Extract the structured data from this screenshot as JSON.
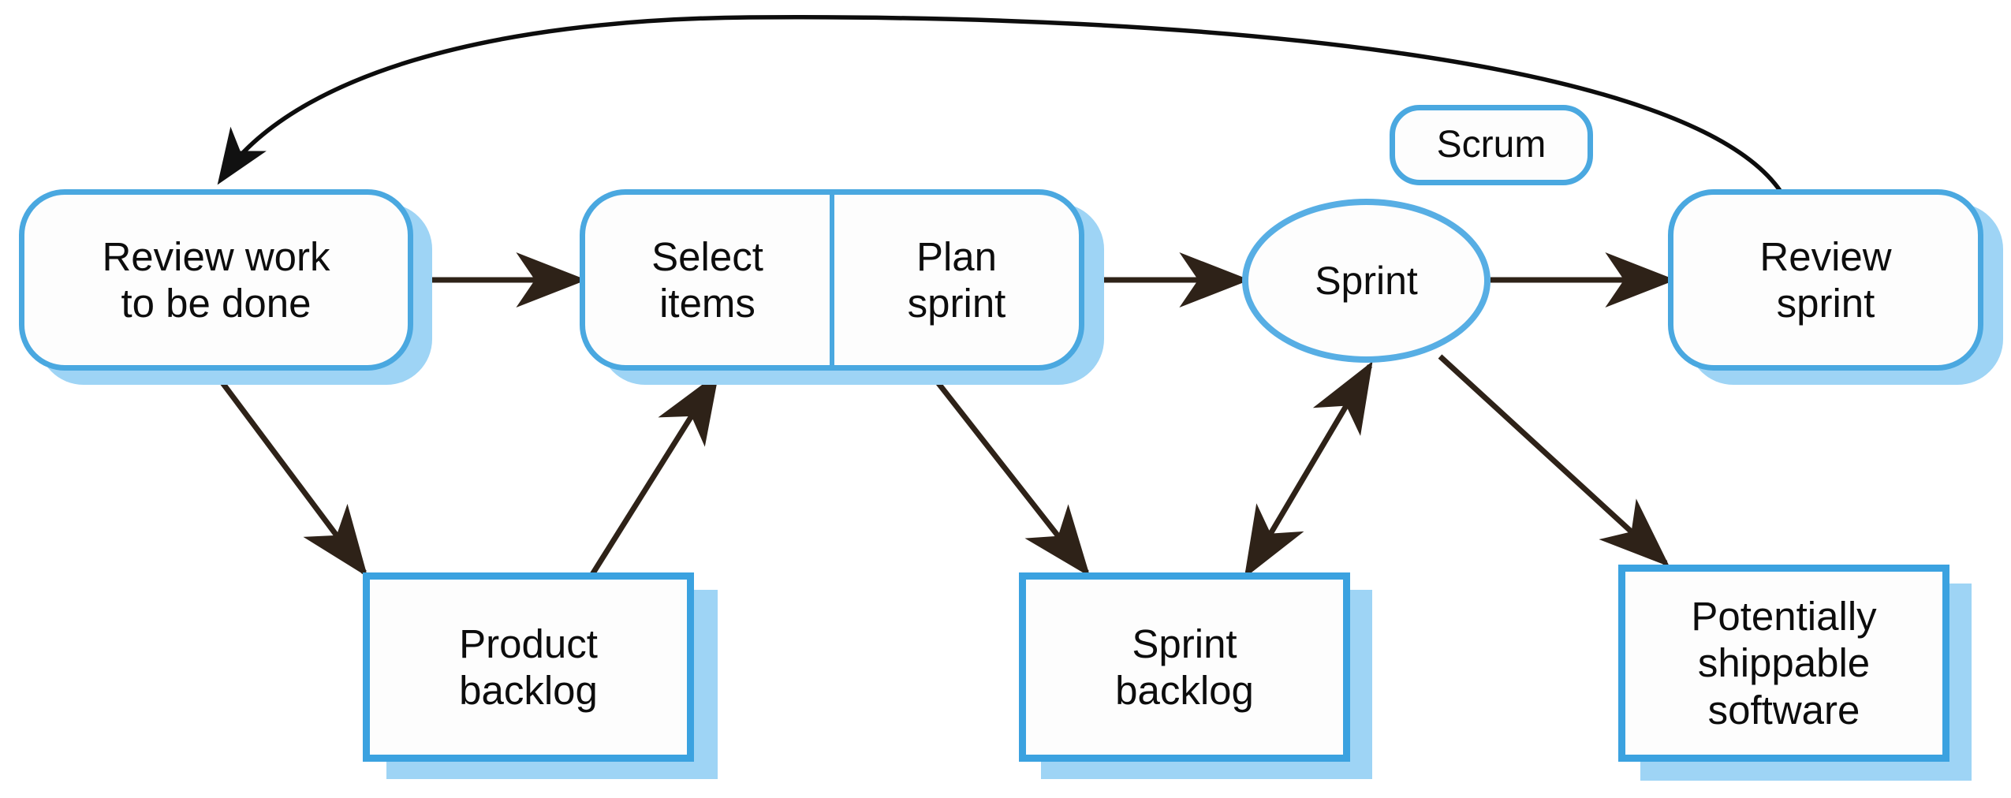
{
  "diagram": {
    "title": "Scrum process flow",
    "colors": {
      "node_border": "#4aa8e0",
      "rect_border": "#3ba2e0",
      "ellipse_border": "#57aee4",
      "shadow": "#9ed4f5",
      "arrow": "#2e2218",
      "curve": "#0d0d0d",
      "background": "#ffffff",
      "text": "#0d0d0d"
    },
    "nodes": {
      "review_work": {
        "label": "Review work\nto be done",
        "shape": "rounded-rectangle"
      },
      "select_items": {
        "label": "Select\nitems",
        "shape": "rounded-rectangle-split-left"
      },
      "plan_sprint": {
        "label": "Plan\nsprint",
        "shape": "rounded-rectangle-split-right"
      },
      "scrum": {
        "label": "Scrum",
        "shape": "pill"
      },
      "sprint": {
        "label": "Sprint",
        "shape": "ellipse"
      },
      "review_sprint": {
        "label": "Review\nsprint",
        "shape": "rounded-rectangle"
      },
      "product_backlog": {
        "label": "Product\nbacklog",
        "shape": "rectangle"
      },
      "sprint_backlog": {
        "label": "Sprint\nbacklog",
        "shape": "rectangle"
      },
      "shippable_software": {
        "label": "Potentially\nshippable\nsoftware",
        "shape": "rectangle"
      }
    },
    "edges": [
      {
        "name": "review-work-to-select-items",
        "from": "review_work",
        "to": "select_items",
        "style": "straight",
        "heads": "single"
      },
      {
        "name": "select-plan-to-sprint",
        "from": "plan_sprint",
        "to": "sprint",
        "style": "straight",
        "heads": "single"
      },
      {
        "name": "sprint-to-review-sprint",
        "from": "sprint",
        "to": "review_sprint",
        "style": "straight",
        "heads": "single"
      },
      {
        "name": "review-sprint-to-review-work",
        "from": "review_sprint",
        "to": "review_work",
        "style": "curved",
        "heads": "single"
      },
      {
        "name": "review-work-to-product-backlog",
        "from": "review_work",
        "to": "product_backlog",
        "style": "straight",
        "heads": "single"
      },
      {
        "name": "product-backlog-to-select-items",
        "from": "product_backlog",
        "to": "select_items",
        "style": "straight",
        "heads": "single"
      },
      {
        "name": "plan-sprint-to-sprint-backlog",
        "from": "plan_sprint",
        "to": "sprint_backlog",
        "style": "straight",
        "heads": "single"
      },
      {
        "name": "sprint-backlog-to-sprint",
        "from": "sprint_backlog",
        "to": "sprint",
        "style": "straight",
        "heads": "double"
      },
      {
        "name": "sprint-to-shippable-software",
        "from": "sprint",
        "to": "shippable_software",
        "style": "straight",
        "heads": "single"
      }
    ]
  }
}
